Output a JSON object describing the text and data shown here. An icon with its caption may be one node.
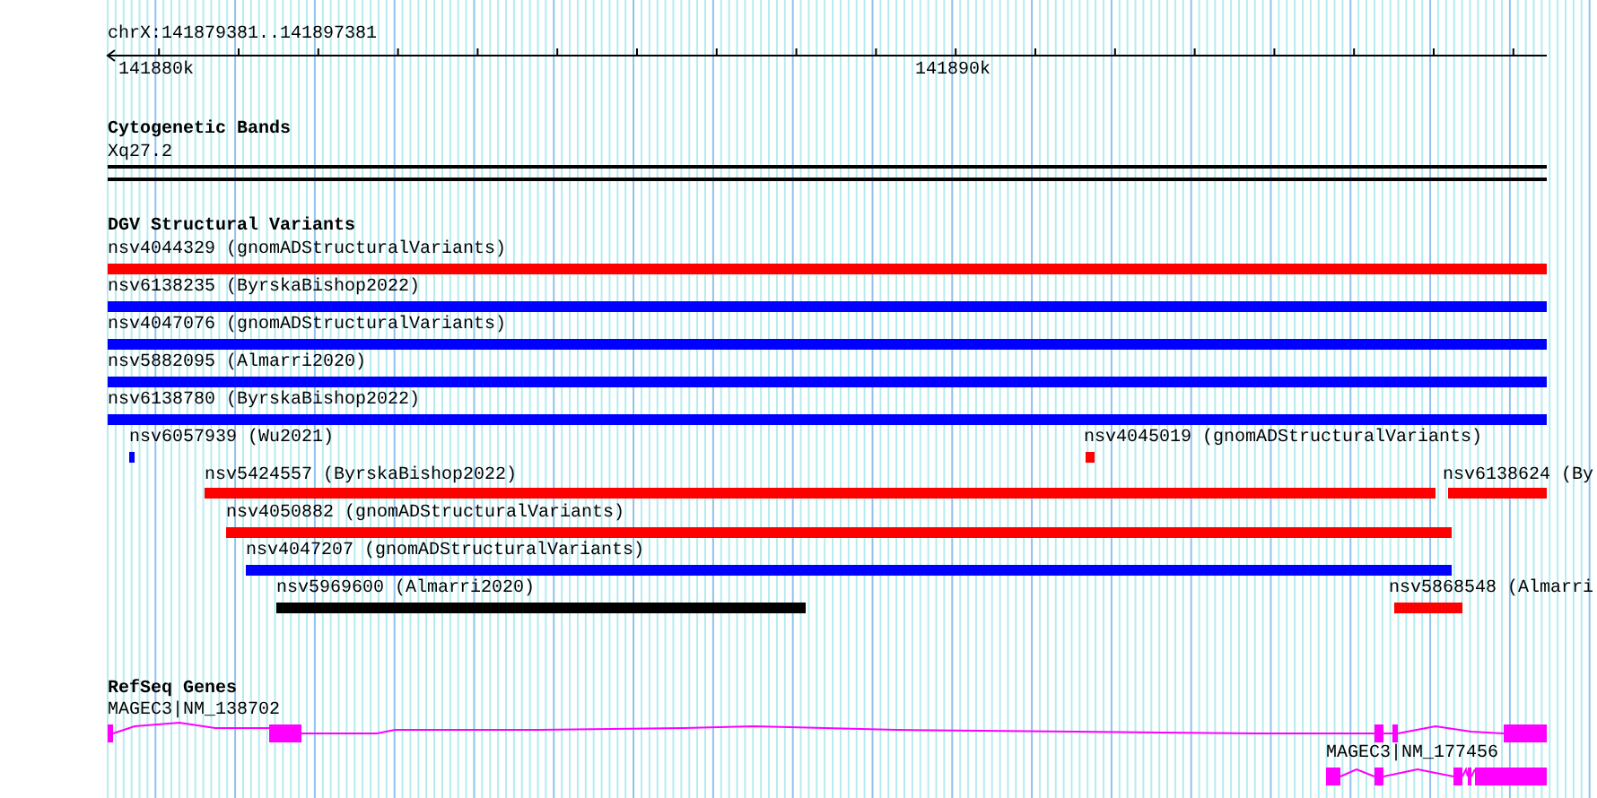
{
  "diagram": {
    "nodes": [
      {
        "text": [
          "nsv4044329 (gnomADStructuralVariants)"
        ]
      },
      {
        "text": [
          "nsv6138235 (ByrskaBishop2022)"
        ]
      },
      {
        "text": [
          "nsv4047076 (gnomADStructuralVariants)"
        ]
      },
      {
        "text": [
          "nsv5882095 (Almarri2020)"
        ]
      },
      {
        "text": [
          "nsv6138780 (ByrskaBishop2022)"
        ]
      },
      {
        "text": [
          "nsv6057939 (Wu2021)"
        ]
      },
      {
        "text": [
          "nsv4045019 (gnomADStructuralVariants)"
        ]
      },
      {
        "text": [
          "nsv5424557 (ByrskaBishop2022)"
        ]
      },
      {
        "text": [
          "nsv6138624 (By"
        ]
      },
      {
        "text": [
          "nsv4050882 (gnomADStructuralVariants)"
        ]
      },
      {
        "text": [
          "nsv4047207 (gnomADStructuralVariants)"
        ]
      },
      {
        "text": [
          "nsv5969600 (Almarri2020)"
        ]
      },
      {
        "text": [
          "nsv5868548 (Almarri"
        ]
      },
      {
        "text": [
          "MAGEC3|NM_138702"
        ]
      },
      {
        "text": [
          "MAGEC3|NM_177456"
        ]
      }
    ],
    "labels": [
      "chrX:141879381..141897381",
      "141880k",
      "141890k",
      "Cytogenetic Bands",
      "Xq27.2",
      "DGV Structural Variants",
      "RefSeq Genes"
    ]
  }
}
